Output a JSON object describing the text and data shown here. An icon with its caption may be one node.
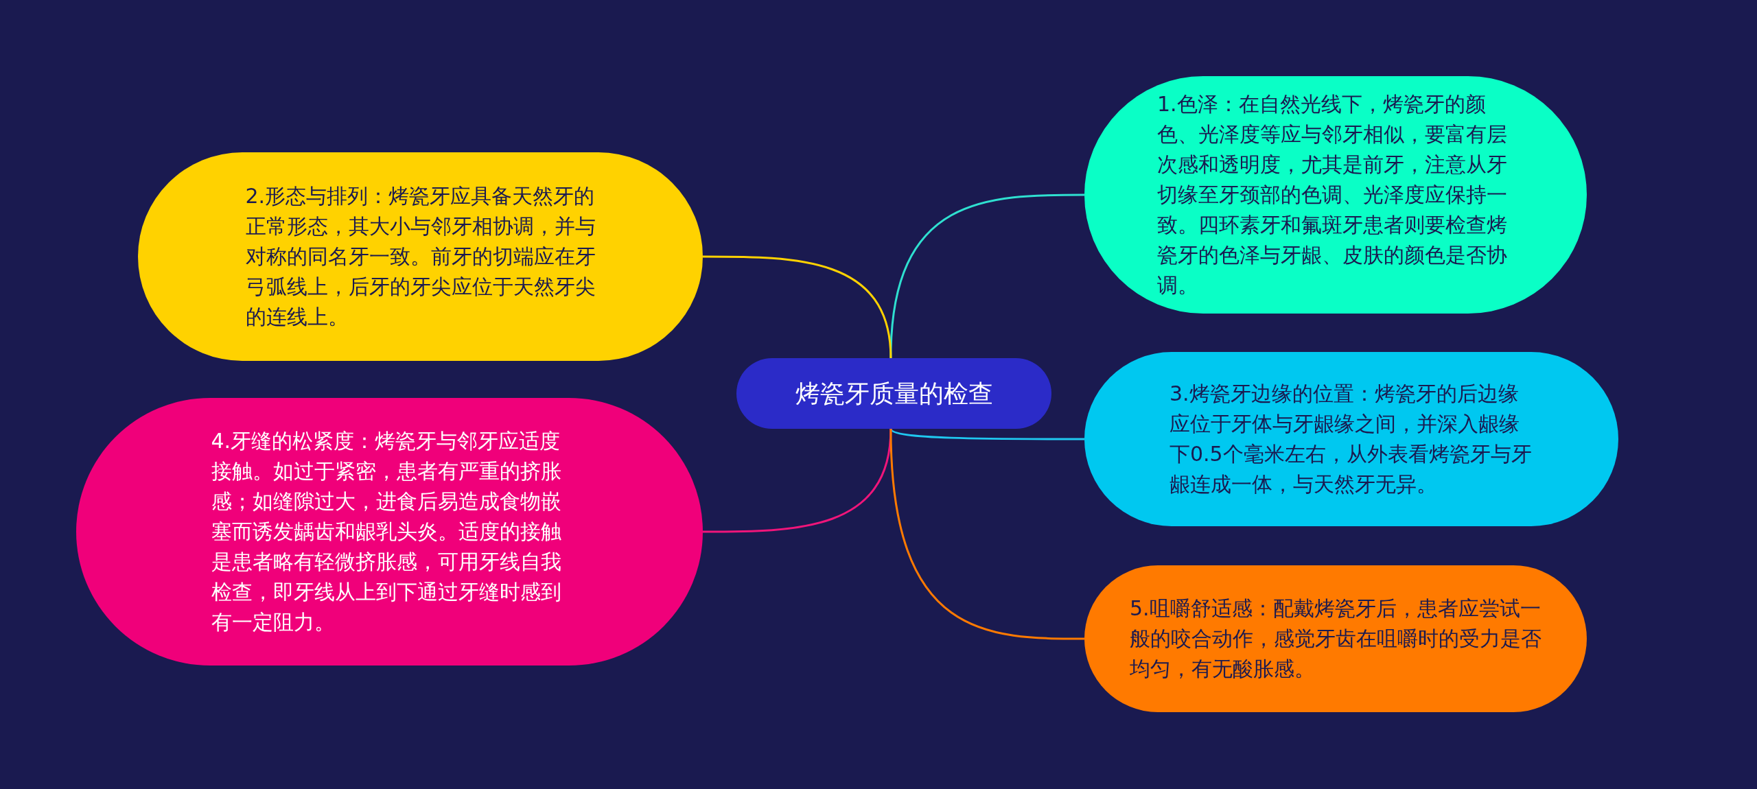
{
  "diagram": {
    "nodes": [
      {
        "text": [
          "烤瓷牙质量的检查"
        ]
      },
      {
        "text": [
          "1.色泽：在自然光线下，烤瓷牙的颜色、光泽度等应与邻牙相似，要富有层次感和透明度，尤其是前牙，注意从牙切缘至牙颈部的色调、光泽度应保持一致。四环素牙和氟斑牙患者则要检查烤瓷牙的色泽与牙龈、皮肤的颜色是否协调。"
        ]
      },
      {
        "text": [
          "2.形态与排列：烤瓷牙应具备天然牙的正常形态，其大小与邻牙相协调，并与对称的同名牙一致。前牙的切端应在牙弓弧线上，后牙的牙尖应位于天然牙尖的连线上。"
        ]
      },
      {
        "text": [
          "3.烤瓷牙边缘的位置：烤瓷牙的后边缘应位于牙体与牙龈缘之间，并深入龈缘下0.5个毫米左右，从外表看烤瓷牙与牙龈连成一体，与天然牙无异。"
        ]
      },
      {
        "text": [
          "4.牙缝的松紧度：烤瓷牙与邻牙应适度接触。如过于紧密，患者有严重的挤胀感；如缝隙过大，进食后易造成食物嵌塞而诱发龋齿和龈乳头炎。适度的接触是患者略有轻微挤胀感，可用牙线自我检查，即牙线从上到下通过牙缝时感到有一定阻力。"
        ]
      },
      {
        "text": [
          "5.咀嚼舒适感：配戴烤瓷牙后，患者应尝试一般的咬合动作，感觉牙齿在咀嚼时的受力是否均匀，有无酸胀感。"
        ]
      }
    ],
    "edges": [
      {
        "from": 0,
        "to": 1,
        "arrow": "none",
        "color": "#2fe0d0"
      },
      {
        "from": 0,
        "to": 2,
        "arrow": "none",
        "color": "#ffd200"
      },
      {
        "from": 0,
        "to": 3,
        "arrow": "none",
        "color": "#1fc8f0"
      },
      {
        "from": 0,
        "to": 4,
        "arrow": "none",
        "color": "#f0157a"
      },
      {
        "from": 0,
        "to": 5,
        "arrow": "none",
        "color": "#ff7a00"
      }
    ]
  }
}
